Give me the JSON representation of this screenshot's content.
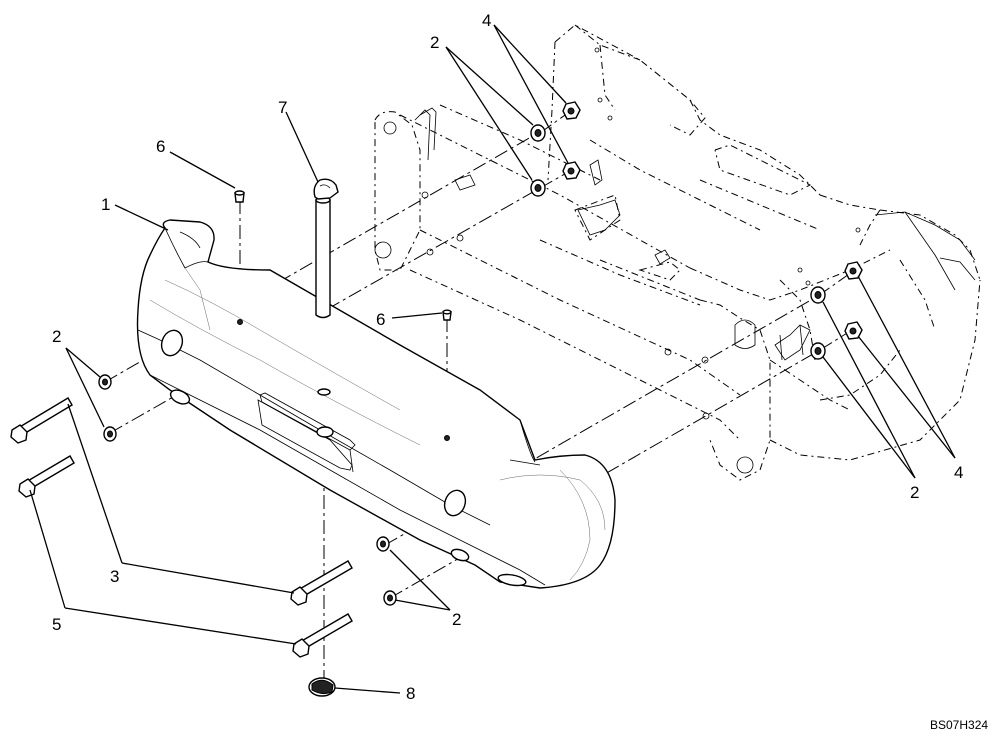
{
  "diagram": {
    "callouts": {
      "c1": "1",
      "c2_top": "2",
      "c4_top": "4",
      "c7": "7",
      "c6_left": "6",
      "c6_mid": "6",
      "c2_left": "2",
      "c3": "3",
      "c5": "5",
      "c2_bottom": "2",
      "c8": "8",
      "c2_right": "2",
      "c4_right": "4"
    },
    "drawing_id": "BS07H324"
  }
}
